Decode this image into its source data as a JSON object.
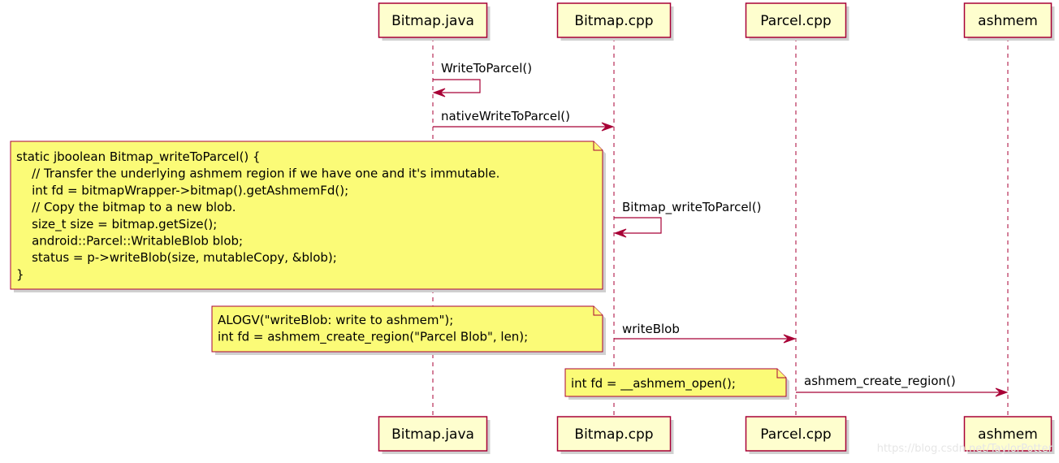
{
  "participants": [
    "Bitmap.java",
    "Bitmap.cpp",
    "Parcel.cpp",
    "ashmem"
  ],
  "messages": [
    {
      "from": 0,
      "to": 0,
      "label": "WriteToParcel()"
    },
    {
      "from": 0,
      "to": 1,
      "label": "nativeWriteToParcel()"
    },
    {
      "from": 1,
      "to": 1,
      "label": "Bitmap_writeToParcel()"
    },
    {
      "from": 1,
      "to": 2,
      "label": "writeBlob"
    },
    {
      "from": 2,
      "to": 3,
      "label": "ashmem_create_region()"
    }
  ],
  "notes": [
    {
      "attached_to": 1,
      "lines": [
        "static jboolean Bitmap_writeToParcel() {",
        "    // Transfer the underlying ashmem region if we have one and it's immutable.",
        "    int fd = bitmapWrapper->bitmap().getAshmemFd();",
        "    // Copy the bitmap to a new blob.",
        "    size_t size = bitmap.getSize();",
        "    android::Parcel::WritableBlob blob;",
        "    status = p->writeBlob(size, mutableCopy, &blob);",
        "}"
      ]
    },
    {
      "attached_to": 1,
      "lines": [
        "ALOGV(\"writeBlob: write to ashmem\");",
        "int fd = ashmem_create_region(\"Parcel Blob\", len);"
      ]
    },
    {
      "attached_to": 2,
      "lines": [
        "int fd = __ashmem_open();"
      ]
    }
  ],
  "watermark": "https://blog.csdn.net/TaylorPotter",
  "colors": {
    "border": "#A80036",
    "participant_fill": "#FEFECE",
    "note_fill": "#FBFB77"
  }
}
